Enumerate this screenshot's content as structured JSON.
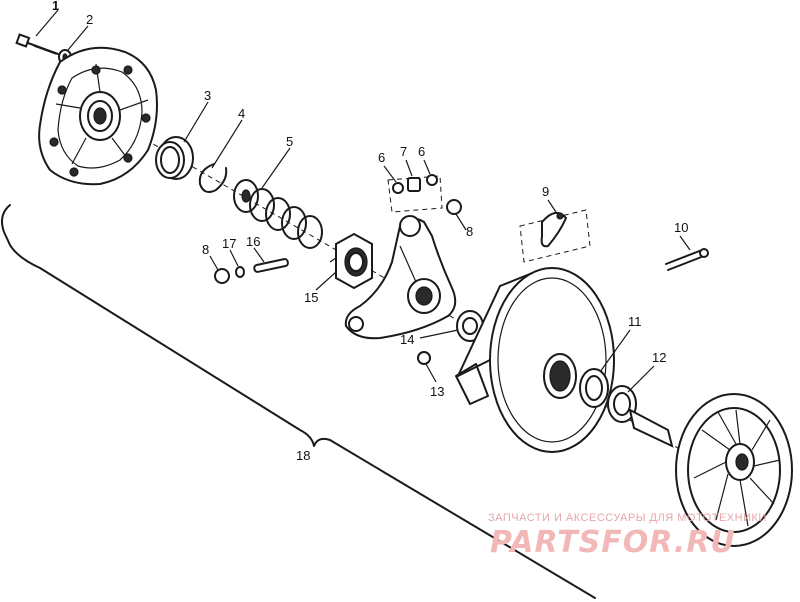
{
  "callouts": {
    "c1": "1",
    "c2": "2",
    "c3": "3",
    "c4": "4",
    "c5": "5",
    "c6a": "6",
    "c7": "7",
    "c6b": "6",
    "c8a": "8",
    "c8b": "8",
    "c9": "9",
    "c10": "10",
    "c11": "11",
    "c12": "12",
    "c13": "13",
    "c14": "14",
    "c15": "15",
    "c16": "16",
    "c17": "17",
    "c18": "18"
  },
  "watermark": {
    "line1": "ЗАПЧАСТИ И АКСЕССУАРЫ ДЛЯ МОТОТЕХНИКИ",
    "logo": "PARTSFOR.RU"
  },
  "colors": {
    "ink": "#1a1a1a",
    "watermark": "#f2b8b8"
  }
}
